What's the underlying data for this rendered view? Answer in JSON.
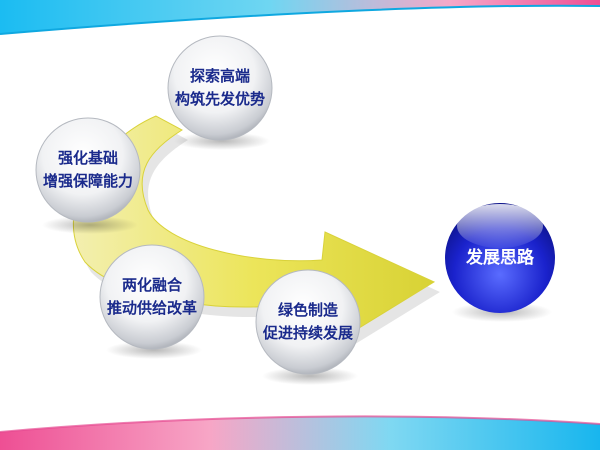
{
  "diagram": {
    "center": {
      "label": "发展思路"
    },
    "steps": [
      {
        "line1": "强化基础",
        "line2": "增强保障能力"
      },
      {
        "line1": "探索高端",
        "line2": "构筑先发优势"
      },
      {
        "line1": "两化融合",
        "line2": "推动供给改革"
      },
      {
        "line1": "绿色制造",
        "line2": "促进持续发展"
      }
    ]
  },
  "colors": {
    "node_text": "#1a2a8c",
    "arrow_yellow": "#e8e24a",
    "center_blue": "#1a1fc8",
    "band_cyan": "#1cc0f0",
    "band_pink": "#f0609a"
  }
}
